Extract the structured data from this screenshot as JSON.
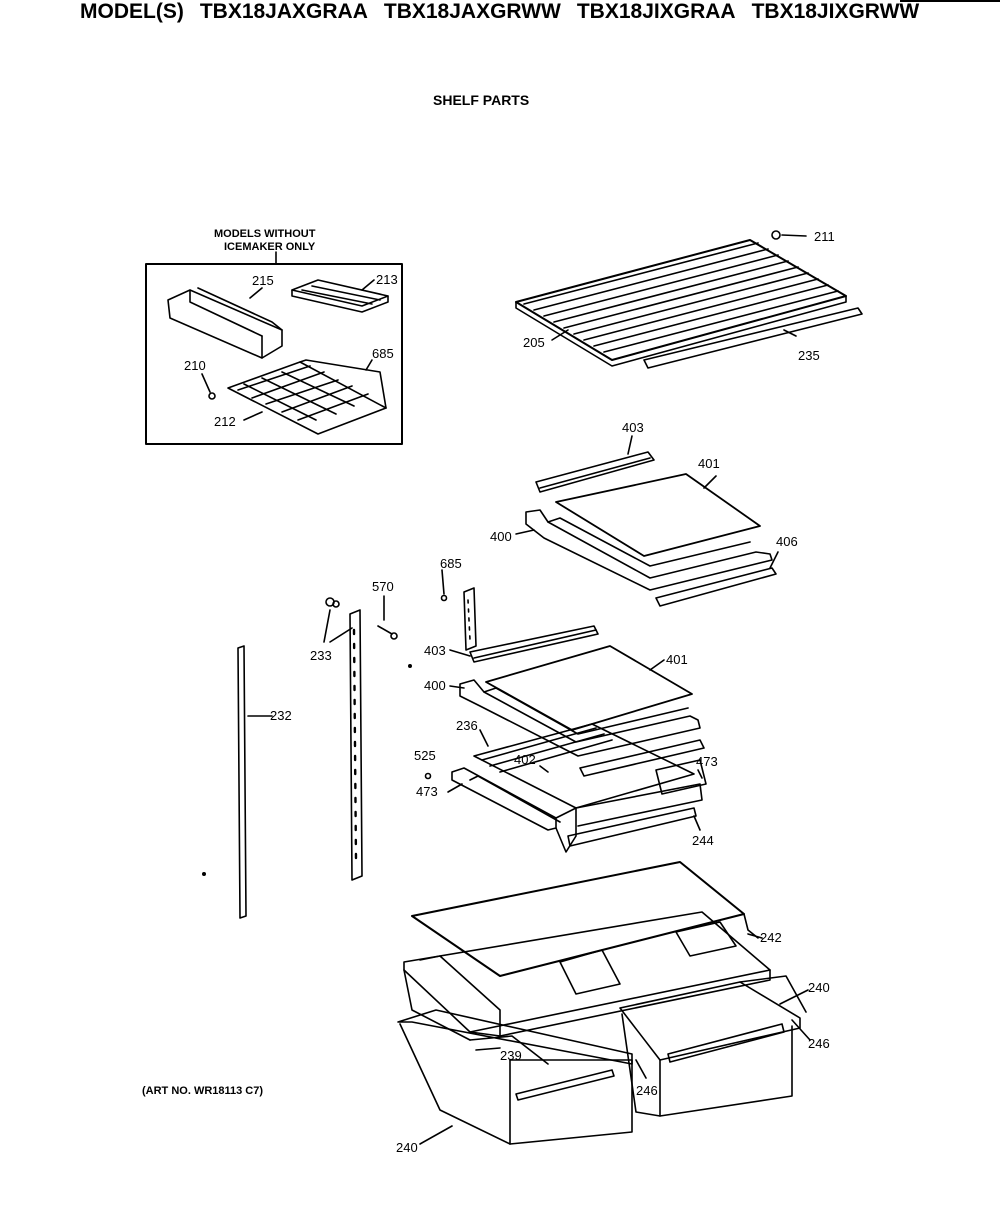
{
  "header": {
    "prefix": "MODEL(S)",
    "models": [
      "TBX18JAXGRAA",
      "TBX18JAXGRWW",
      "TBX18JIXGRAA",
      "TBX18JIXGRWW"
    ]
  },
  "section_title": "SHELF PARTS",
  "inset_note": {
    "line1": "MODELS WITHOUT",
    "line2": "ICEMAKER ONLY"
  },
  "art_note": "(ART NO. WR18113 C7)",
  "callouts": {
    "c211": "211",
    "c205": "205",
    "c235": "235",
    "c215": "215",
    "c213": "213",
    "c210": "210",
    "c685a": "685",
    "c212": "212",
    "c403a": "403",
    "c401a": "401",
    "c400a": "400",
    "c406": "406",
    "c685b": "685",
    "c570": "570",
    "c233": "233",
    "c403b": "403",
    "c401b": "401",
    "c400b": "400",
    "c232": "232",
    "c236": "236",
    "c525": "525",
    "c402": "402",
    "c473a": "473",
    "c473b": "473",
    "c244": "244",
    "c242": "242",
    "c240a": "240",
    "c246a": "246",
    "c239": "239",
    "c246b": "246",
    "c240b": "240"
  }
}
